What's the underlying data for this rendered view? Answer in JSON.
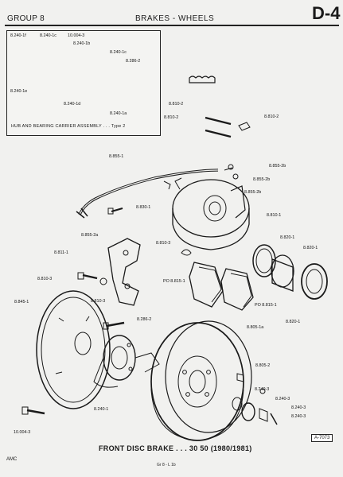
{
  "header": {
    "group": "GROUP 8",
    "title": "BRAKES - WHEELS",
    "page": "D-4"
  },
  "inset": {
    "caption": "HUB AND BEARING CARRIER ASSEMBLY . . . Type 2",
    "labels": [
      "8.240-1f",
      "8.240-1c",
      "10.004-3",
      "8.240-1b",
      "8.240-1c",
      "8.286-2",
      "8.240-1e",
      "8.240-1d",
      "8.240-1a"
    ]
  },
  "labels": [
    "8.810-2",
    "8.810-2",
    "8.810-2",
    "8.855-1",
    "8.855-2b",
    "8.855-2b",
    "8.855-2b",
    "8.830-1",
    "8.810-1",
    "8.855-2a",
    "8.820-1",
    "8.820-1",
    "8.811-1",
    "8.810-3",
    "8.810-3",
    "8.810-3",
    "PO 8.815-1",
    "PO 8.815-1",
    "8.845-1",
    "8.286-2",
    "8.805-1a",
    "8.820-1",
    "8.805-2",
    "8.240-3",
    "8.240-3",
    "8.240-3",
    "8.240-3",
    "8.240-1",
    "10.004-3"
  ],
  "figure": {
    "title": "FRONT DISC BRAKE . . . 30 50 (1980/1981)",
    "ref": "A-7073"
  },
  "footer": {
    "left": "AMC",
    "center": "Gr 8 - L 1b"
  }
}
